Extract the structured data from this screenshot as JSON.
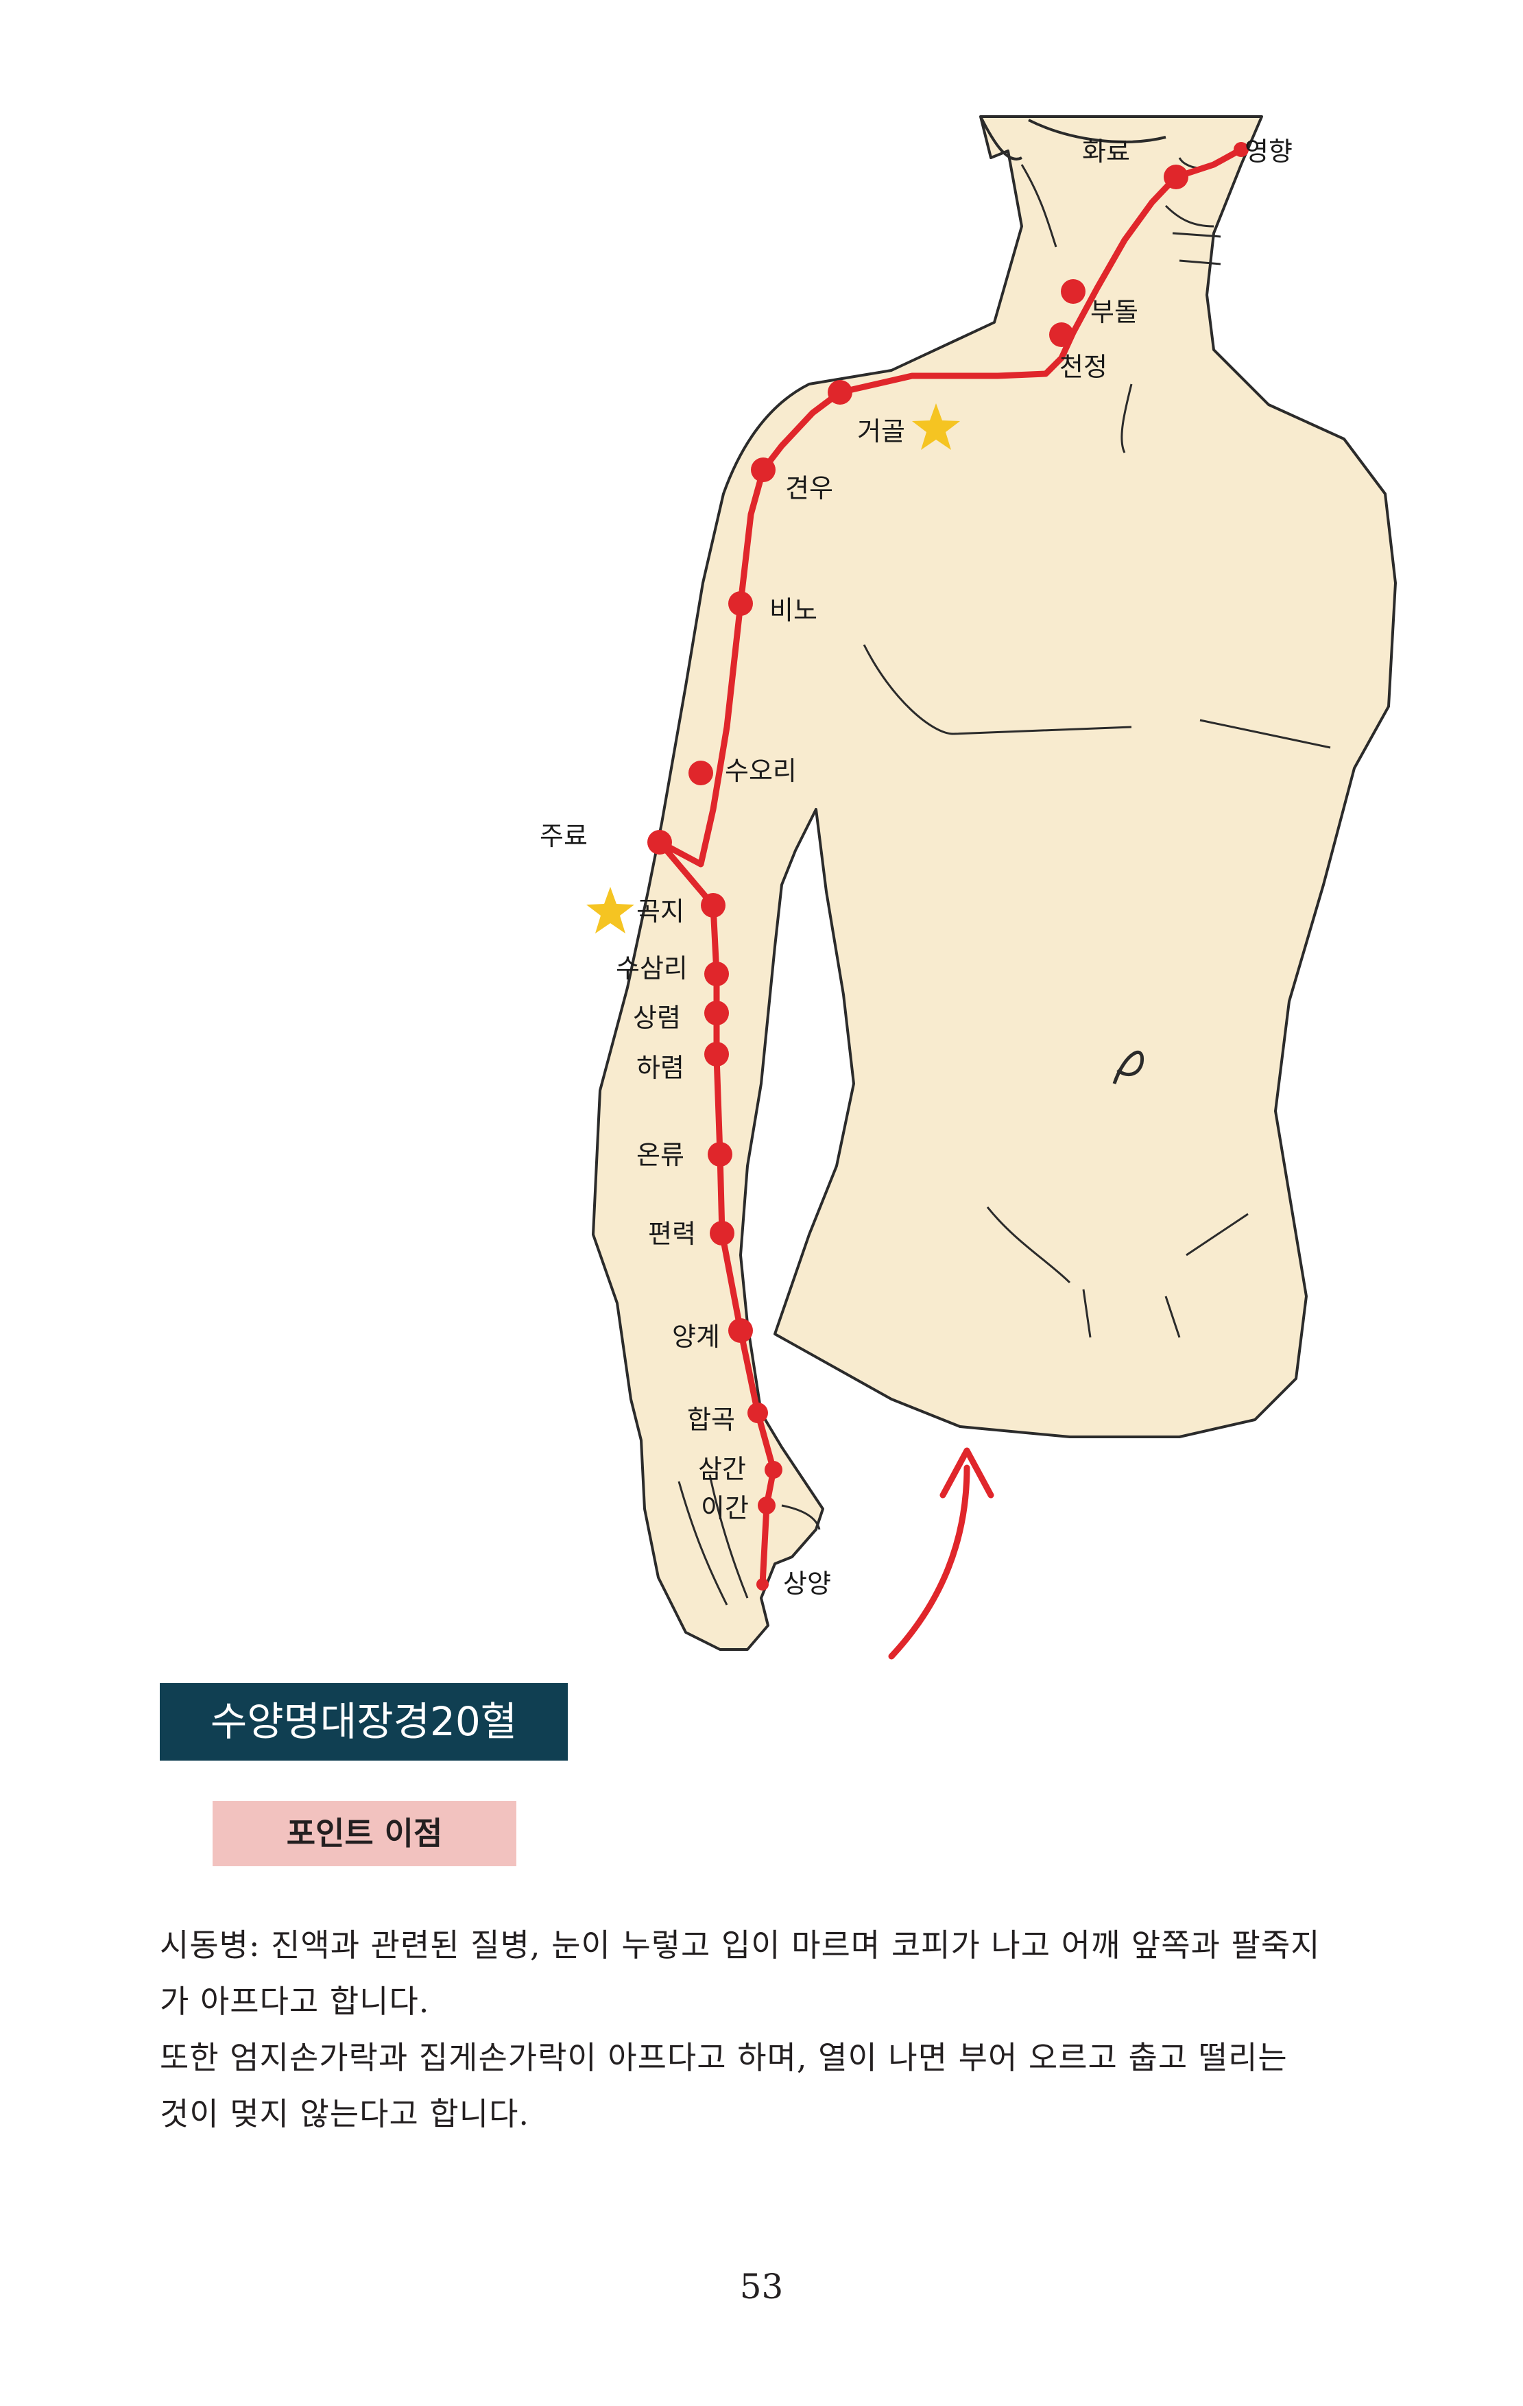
{
  "figure": {
    "points": [
      {
        "id": "hwaryo",
        "label": "화료"
      },
      {
        "id": "yeonghyang",
        "label": "영향"
      },
      {
        "id": "budol",
        "label": "부돌"
      },
      {
        "id": "cheonjeong",
        "label": "천정"
      },
      {
        "id": "geogol",
        "label": "거골",
        "starred": true
      },
      {
        "id": "gyeonu",
        "label": "견우"
      },
      {
        "id": "bino",
        "label": "비노"
      },
      {
        "id": "suori",
        "label": "수오리"
      },
      {
        "id": "juryo",
        "label": "주료"
      },
      {
        "id": "gokji",
        "label": "곡지",
        "starred": true
      },
      {
        "id": "samri",
        "label": "수삼리"
      },
      {
        "id": "sangryeom",
        "label": "상렴"
      },
      {
        "id": "haryeom",
        "label": "하렴"
      },
      {
        "id": "onryu",
        "label": "온류"
      },
      {
        "id": "pyeonryeok",
        "label": "편력"
      },
      {
        "id": "yanggye",
        "label": "양계"
      },
      {
        "id": "hapgok",
        "label": "합곡"
      },
      {
        "id": "samgan",
        "label": "삼간"
      },
      {
        "id": "igan",
        "label": "이간"
      },
      {
        "id": "sangyang",
        "label": "상양"
      }
    ],
    "colors": {
      "skin": "#f8ebcf",
      "outline": "#2b2b2b",
      "meridian": "#e0262b",
      "star": "#f5c422"
    }
  },
  "title": "수양명대장경20혈",
  "subtitle": "포인트 이점",
  "body": {
    "line1": "시동병: 진액과 관련된 질병, 눈이 누렇고 입이 마르며 코피가 나고 어깨 앞쪽과 팔죽지",
    "line2": "가 아프다고 합니다.",
    "line3": "또한 엄지손가락과 집게손가락이 아프다고 하며, 열이 나면 부어 오르고 춥고 떨리는",
    "line4": "것이 멎지 않는다고 합니다."
  },
  "page_number": "53"
}
